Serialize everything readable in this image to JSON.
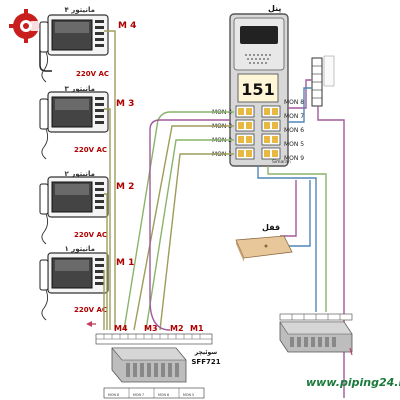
{
  "panel": {
    "title": "پنل",
    "apartment_number": "151",
    "brand": "Simaran"
  },
  "monitors": [
    {
      "label": "مانیتور ۴",
      "id": "M 4",
      "power": "220V AC"
    },
    {
      "label": "مانیتور ۳",
      "id": "M 3",
      "power": "220V AC"
    },
    {
      "label": "مانیتور ۲",
      "id": "M 2",
      "power": "220V AC"
    },
    {
      "label": "مانیتور ۱",
      "id": "M 1",
      "power": "220V AC"
    }
  ],
  "panel_buttons_left": [
    "MON 4",
    "MON 3",
    "MON 2",
    "MON 1"
  ],
  "panel_buttons_right": [
    "MON 8",
    "MON 7",
    "MON 6",
    "MON 5",
    "MON 9"
  ],
  "switch": {
    "title": "سوئیچر",
    "model": "SFF721",
    "outputs": [
      "M4",
      "M3",
      "M2",
      "M1"
    ],
    "bottom_labels": [
      "MON 8",
      "MON 7",
      "MON 6",
      "MON 5"
    ]
  },
  "lock": {
    "label": "قفل"
  },
  "watermark": "www.piping24.ir",
  "colors": {
    "wire_purple": "#a05a9a",
    "wire_green": "#8ab46a",
    "wire_blue": "#4f86b8",
    "wire_olive": "#9d9d5a",
    "wire_red": "#c04060",
    "label_red": "#b00000"
  }
}
